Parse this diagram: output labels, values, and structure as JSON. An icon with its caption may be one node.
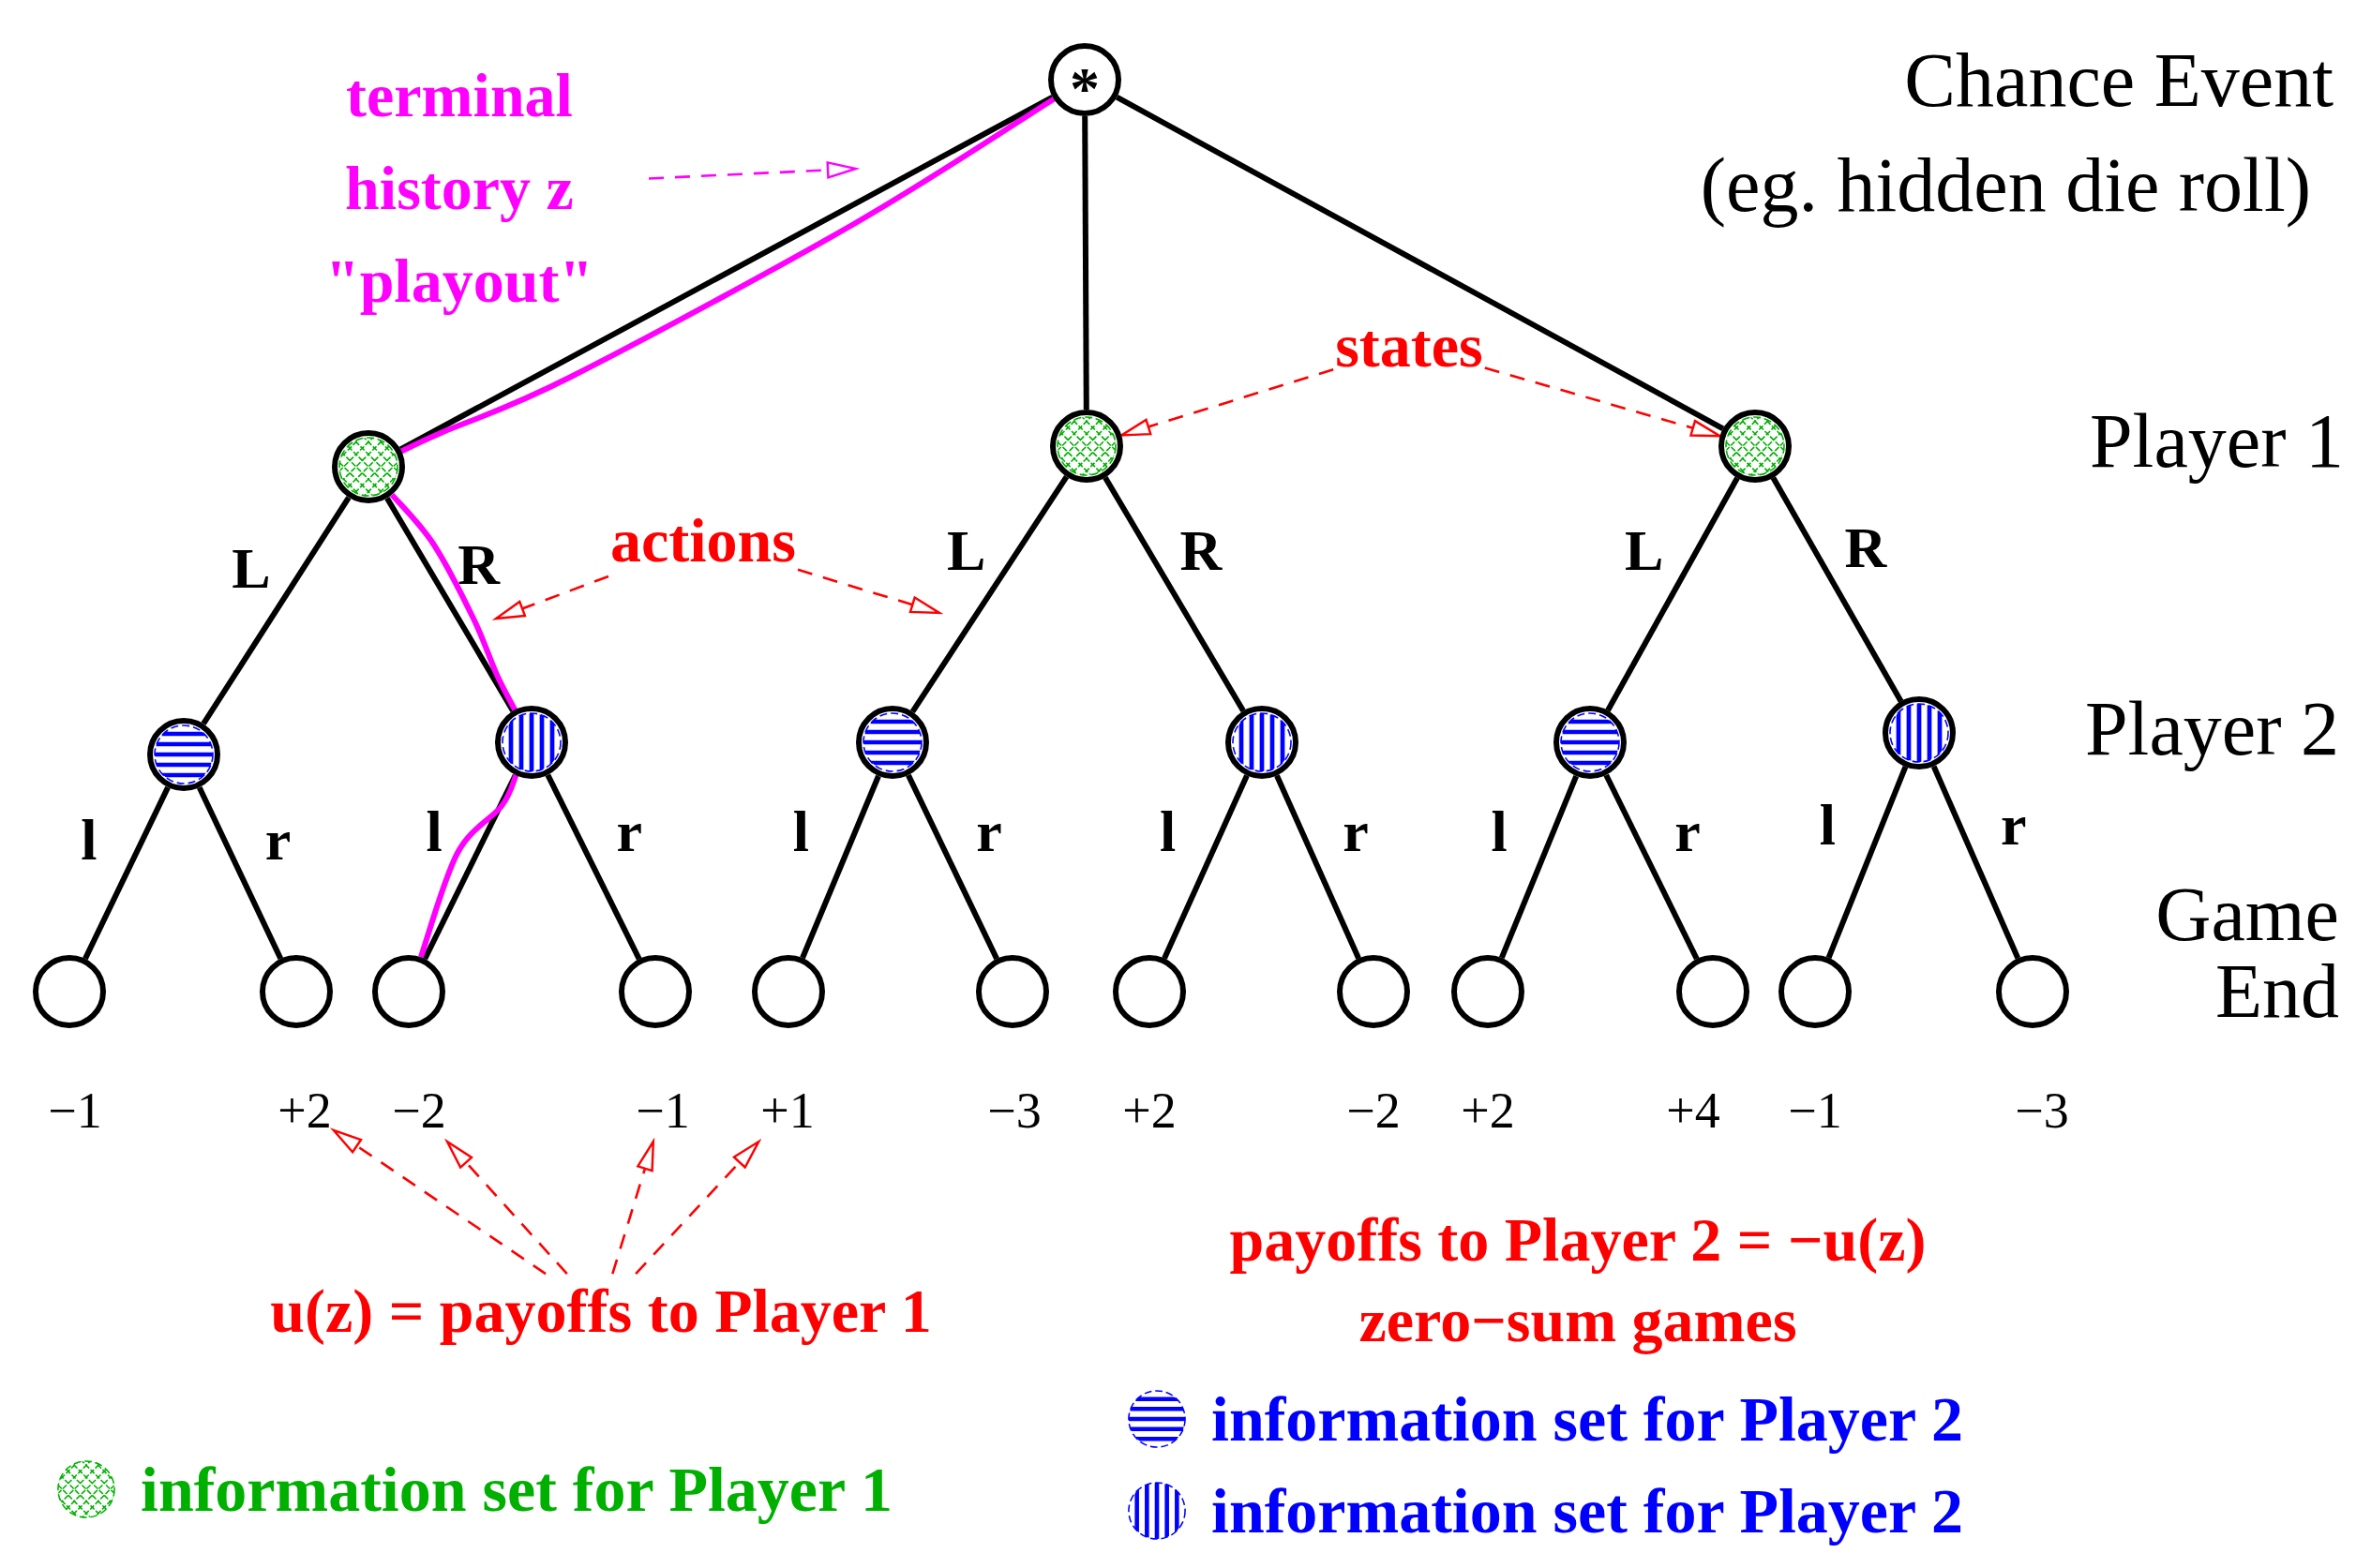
{
  "diagram": {
    "nodes": [
      {
        "text": [
          "*"
        ]
      },
      {
        "text": [],
        "shape": "circle"
      },
      {
        "text": [],
        "shape": "circle"
      },
      {
        "text": [],
        "shape": "circle"
      },
      {
        "text": [],
        "shape": "circle"
      },
      {
        "text": [],
        "shape": "circle"
      },
      {
        "text": [],
        "shape": "circle"
      },
      {
        "text": [],
        "shape": "circle"
      },
      {
        "text": [],
        "shape": "circle"
      },
      {
        "text": [],
        "shape": "circle"
      },
      {
        "text": [],
        "shape": "circle"
      },
      {
        "text": [],
        "shape": "circle"
      },
      {
        "text": [],
        "shape": "circle"
      },
      {
        "text": [],
        "shape": "circle"
      },
      {
        "text": [],
        "shape": "circle"
      },
      {
        "text": [],
        "shape": "circle"
      },
      {
        "text": [],
        "shape": "circle"
      },
      {
        "text": [],
        "shape": "circle"
      },
      {
        "text": [],
        "shape": "circle"
      },
      {
        "text": [],
        "shape": "circle"
      },
      {
        "text": [],
        "shape": "circle"
      },
      {
        "text": [],
        "shape": "circle"
      },
      {
        "text": [
          "−1"
        ]
      },
      {
        "text": [
          "+2"
        ]
      },
      {
        "text": [
          "−2"
        ]
      },
      {
        "text": [
          "−1"
        ]
      },
      {
        "text": [
          "+1"
        ]
      },
      {
        "text": [
          "−3"
        ]
      },
      {
        "text": [
          "+2"
        ]
      },
      {
        "text": [
          "−2"
        ]
      },
      {
        "text": [
          "+2"
        ]
      },
      {
        "text": [
          "+4"
        ]
      },
      {
        "text": [
          "−1"
        ]
      },
      {
        "text": [
          "−3"
        ]
      },
      {
        "text": [
          "terminal history z \"playout\""
        ]
      },
      {
        "text": [
          "states"
        ]
      },
      {
        "text": [
          "actions"
        ]
      },
      {
        "text": [
          "u(z) = payoffs to Player 1"
        ]
      }
    ],
    "edges": [
      {
        "from": 0,
        "to": 1,
        "arrow": "none"
      },
      {
        "from": 0,
        "to": 2,
        "arrow": "none"
      },
      {
        "from": 0,
        "to": 3,
        "arrow": "none"
      },
      {
        "from": 1,
        "to": 4,
        "arrow": "none",
        "label": "L"
      },
      {
        "from": 1,
        "to": 5,
        "arrow": "none",
        "label": "R"
      },
      {
        "from": 2,
        "to": 6,
        "arrow": "none",
        "label": "L"
      },
      {
        "from": 2,
        "to": 7,
        "arrow": "none",
        "label": "R"
      },
      {
        "from": 3,
        "to": 8,
        "arrow": "none",
        "label": "L"
      },
      {
        "from": 3,
        "to": 9,
        "arrow": "none",
        "label": "R"
      },
      {
        "from": 4,
        "to": 10,
        "arrow": "none",
        "label": "l"
      },
      {
        "from": 4,
        "to": 11,
        "arrow": "none",
        "label": "r"
      },
      {
        "from": 5,
        "to": 12,
        "arrow": "none",
        "label": "l"
      },
      {
        "from": 5,
        "to": 13,
        "arrow": "none",
        "label": "r"
      },
      {
        "from": 6,
        "to": 14,
        "arrow": "none",
        "label": "l"
      },
      {
        "from": 6,
        "to": 15,
        "arrow": "none",
        "label": "r"
      },
      {
        "from": 7,
        "to": 16,
        "arrow": "none",
        "label": "l"
      },
      {
        "from": 7,
        "to": 17,
        "arrow": "none",
        "label": "r"
      },
      {
        "from": 8,
        "to": 18,
        "arrow": "none",
        "label": "l"
      },
      {
        "from": 8,
        "to": 19,
        "arrow": "none",
        "label": "r"
      },
      {
        "from": 9,
        "to": 20,
        "arrow": "none",
        "label": "l"
      },
      {
        "from": 9,
        "to": 21,
        "arrow": "none",
        "label": "r"
      },
      {
        "from": 0,
        "to": 1,
        "arrow": "none",
        "color": "#ff00ff"
      },
      {
        "from": 1,
        "to": 5,
        "arrow": "none",
        "color": "#ff00ff"
      },
      {
        "from": 5,
        "to": 12,
        "arrow": "none",
        "color": "#ff00ff"
      },
      {
        "from": 34,
        "to": null,
        "arrow": "to",
        "style": "dashed",
        "color": "#ff00ff"
      },
      {
        "from": 35,
        "to": 2,
        "arrow": "to",
        "style": "dashed",
        "color": "#ff0000"
      },
      {
        "from": 35,
        "to": 3,
        "arrow": "to",
        "style": "dashed",
        "color": "#ff0000"
      },
      {
        "from": 36,
        "to": null,
        "arrow": "to",
        "style": "dashed",
        "color": "#ff0000"
      },
      {
        "from": 36,
        "to": null,
        "arrow": "to",
        "style": "dashed",
        "color": "#ff0000"
      },
      {
        "from": 37,
        "to": 23,
        "arrow": "to",
        "style": "dashed",
        "color": "#ff0000"
      },
      {
        "from": 37,
        "to": 24,
        "arrow": "to",
        "style": "dashed",
        "color": "#ff0000"
      },
      {
        "from": 37,
        "to": 25,
        "arrow": "to",
        "style": "dashed",
        "color": "#ff0000"
      },
      {
        "from": 37,
        "to": 26,
        "arrow": "to",
        "style": "dashed",
        "color": "#ff0000"
      }
    ],
    "labels": [
      "Chance Event",
      "(eg. hidden die roll)",
      "Player 1",
      "Player 2",
      "Game End",
      "payoffs to Player 2 = −u(z)",
      "zero−sum games"
    ],
    "legend": [
      {
        "text": "information set for Player 1"
      },
      {
        "text": "information set for Player 2"
      },
      {
        "text": "information set for Player 2"
      }
    ]
  }
}
